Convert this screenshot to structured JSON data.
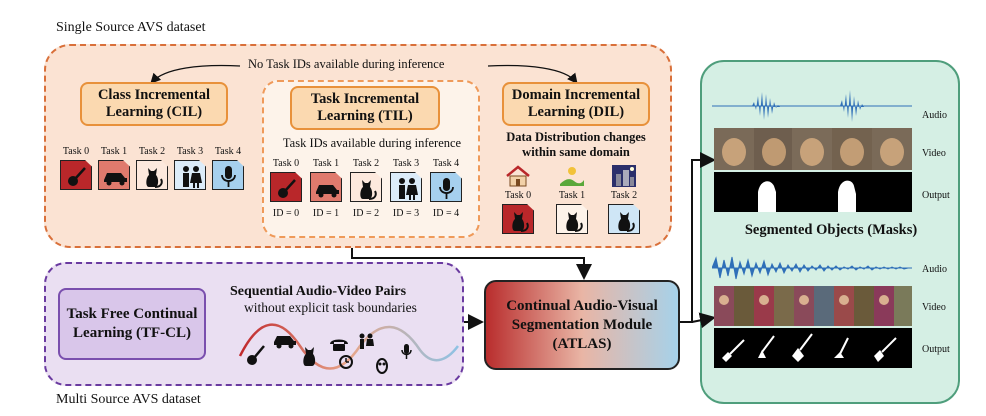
{
  "labels": {
    "single_source": "Single Source AVS dataset",
    "multi_source": "Multi Source AVS dataset",
    "no_task_ids": "No Task IDs available during inference",
    "task_ids_available": "Task IDs available during inference",
    "data_distribution": "Data Distribution changes within same domain",
    "sequential_pairs": "Sequential Audio-Video Pairs",
    "without_boundaries": "without explicit task boundaries",
    "segmented_objects": "Segmented Objects (Masks)"
  },
  "boxes": {
    "cil": "Class Incremental Learning (CIL)",
    "til": "Task Incremental Learning (TIL)",
    "dil": "Domain Incremental Learning (DIL)",
    "tfcl": "Task Free Continual Learning (TF-CL)",
    "atlas": "Continual Audio-Visual Segmentation Module (ATLAS)"
  },
  "cil_tasks": [
    "Task 0",
    "Task 1",
    "Task 2",
    "Task 3",
    "Task 4"
  ],
  "til_tasks": [
    "Task 0",
    "Task 1",
    "Task 2",
    "Task 3",
    "Task 4"
  ],
  "til_ids": [
    "ID = 0",
    "ID = 1",
    "ID = 2",
    "ID = 3",
    "ID = 4"
  ],
  "dil_tasks": [
    "Task 0",
    "Task 1",
    "Task 2"
  ],
  "task_icons": [
    "guitar-icon",
    "car-icon",
    "cat-icon",
    "people-icon",
    "microphone-icon"
  ],
  "task_colors": [
    "#b9272a",
    "#e07a6d",
    "#fde9dd",
    "#dcecf9",
    "#a6d0ee"
  ],
  "strip_labels_top": [
    "Audio",
    "Video",
    "Output"
  ],
  "strip_labels_bottom": [
    "Audio",
    "Video",
    "Output"
  ],
  "colors": {
    "single_panel": "#fbe3d3",
    "multi_panel": "#eadff2",
    "output_panel": "#d5efe4",
    "waveform": "#2f6fb8"
  }
}
